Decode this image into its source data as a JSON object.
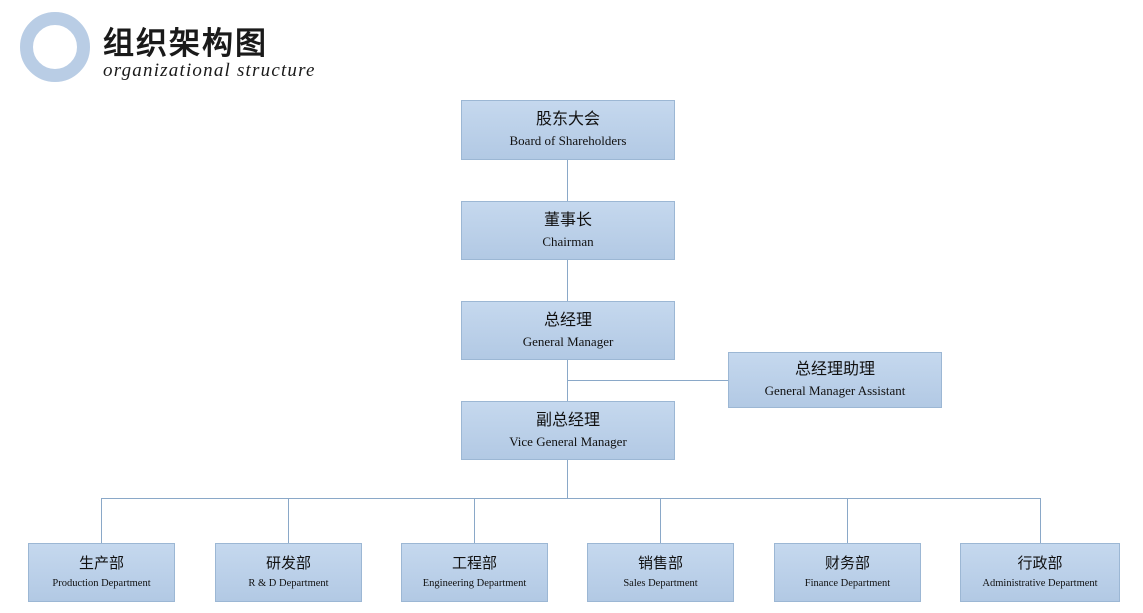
{
  "header": {
    "title_cn": "组织架构图",
    "title_en": "organizational structure",
    "logo_icon": "ring-icon",
    "logo_color": "#b9cde5"
  },
  "chart_data": {
    "type": "diagram",
    "title": "组织架构图 / organizational structure",
    "accent_color": "#b2c9e4",
    "border_color": "#9cb7d4",
    "line_color": "#8aa8c8",
    "nodes": [
      {
        "id": "shareholders",
        "cn": "股东大会",
        "en": "Board of Shareholders",
        "level": 0
      },
      {
        "id": "chairman",
        "cn": "董事长",
        "en": "Chairman",
        "level": 1
      },
      {
        "id": "general-manager",
        "cn": "总经理",
        "en": "General Manager",
        "level": 2
      },
      {
        "id": "gm-assistant",
        "cn": "总经理助理",
        "en": "General Manager Assistant",
        "level": 2.5
      },
      {
        "id": "vice-general-manager",
        "cn": "副总经理",
        "en": "Vice General Manager",
        "level": 3
      },
      {
        "id": "production",
        "cn": "生产部",
        "en": "Production Department",
        "level": 4
      },
      {
        "id": "rnd",
        "cn": "研发部",
        "en": "R & D Department",
        "level": 4
      },
      {
        "id": "engineering",
        "cn": "工程部",
        "en": "Engineering Department",
        "level": 4
      },
      {
        "id": "sales",
        "cn": "销售部",
        "en": "Sales Department",
        "level": 4
      },
      {
        "id": "finance",
        "cn": "财务部",
        "en": "Finance Department",
        "level": 4
      },
      {
        "id": "administrative",
        "cn": "行政部",
        "en": "Administrative Department",
        "level": 4
      }
    ],
    "edges": [
      {
        "from": "shareholders",
        "to": "chairman"
      },
      {
        "from": "chairman",
        "to": "general-manager"
      },
      {
        "from": "general-manager",
        "to": "vice-general-manager"
      },
      {
        "from": "general-manager",
        "to": "gm-assistant"
      },
      {
        "from": "vice-general-manager",
        "to": "production"
      },
      {
        "from": "vice-general-manager",
        "to": "rnd"
      },
      {
        "from": "vice-general-manager",
        "to": "engineering"
      },
      {
        "from": "vice-general-manager",
        "to": "sales"
      },
      {
        "from": "vice-general-manager",
        "to": "finance"
      },
      {
        "from": "vice-general-manager",
        "to": "administrative"
      }
    ]
  }
}
